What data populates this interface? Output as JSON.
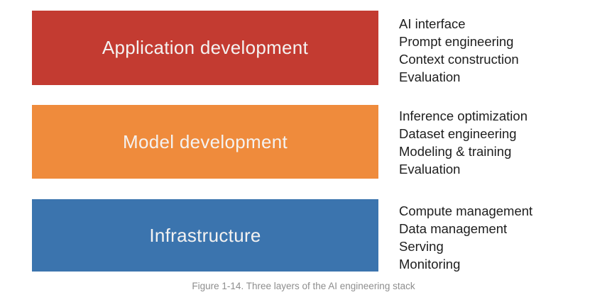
{
  "figure": {
    "caption": "Figure 1-14. Three layers of the AI engineering stack",
    "colors": {
      "application_development": "#c33b31",
      "model_development": "#ef8b3c",
      "infrastructure": "#3b74ae",
      "box_label_text": "#f4f2f1",
      "list_text": "#1e1e1e",
      "caption_text": "#8e8e8e",
      "background": "#ffffff"
    },
    "layers": [
      {
        "label": "Application development",
        "color": "#c33b31",
        "items": [
          "AI interface",
          "Prompt engineering",
          "Context construction",
          "Evaluation"
        ]
      },
      {
        "label": "Model development",
        "color": "#ef8b3c",
        "items": [
          "Inference optimization",
          "Dataset engineering",
          "Modeling & training",
          "Evaluation"
        ]
      },
      {
        "label": "Infrastructure",
        "color": "#3b74ae",
        "items": [
          "Compute management",
          "Data management",
          "Serving",
          "Monitoring"
        ]
      }
    ]
  }
}
